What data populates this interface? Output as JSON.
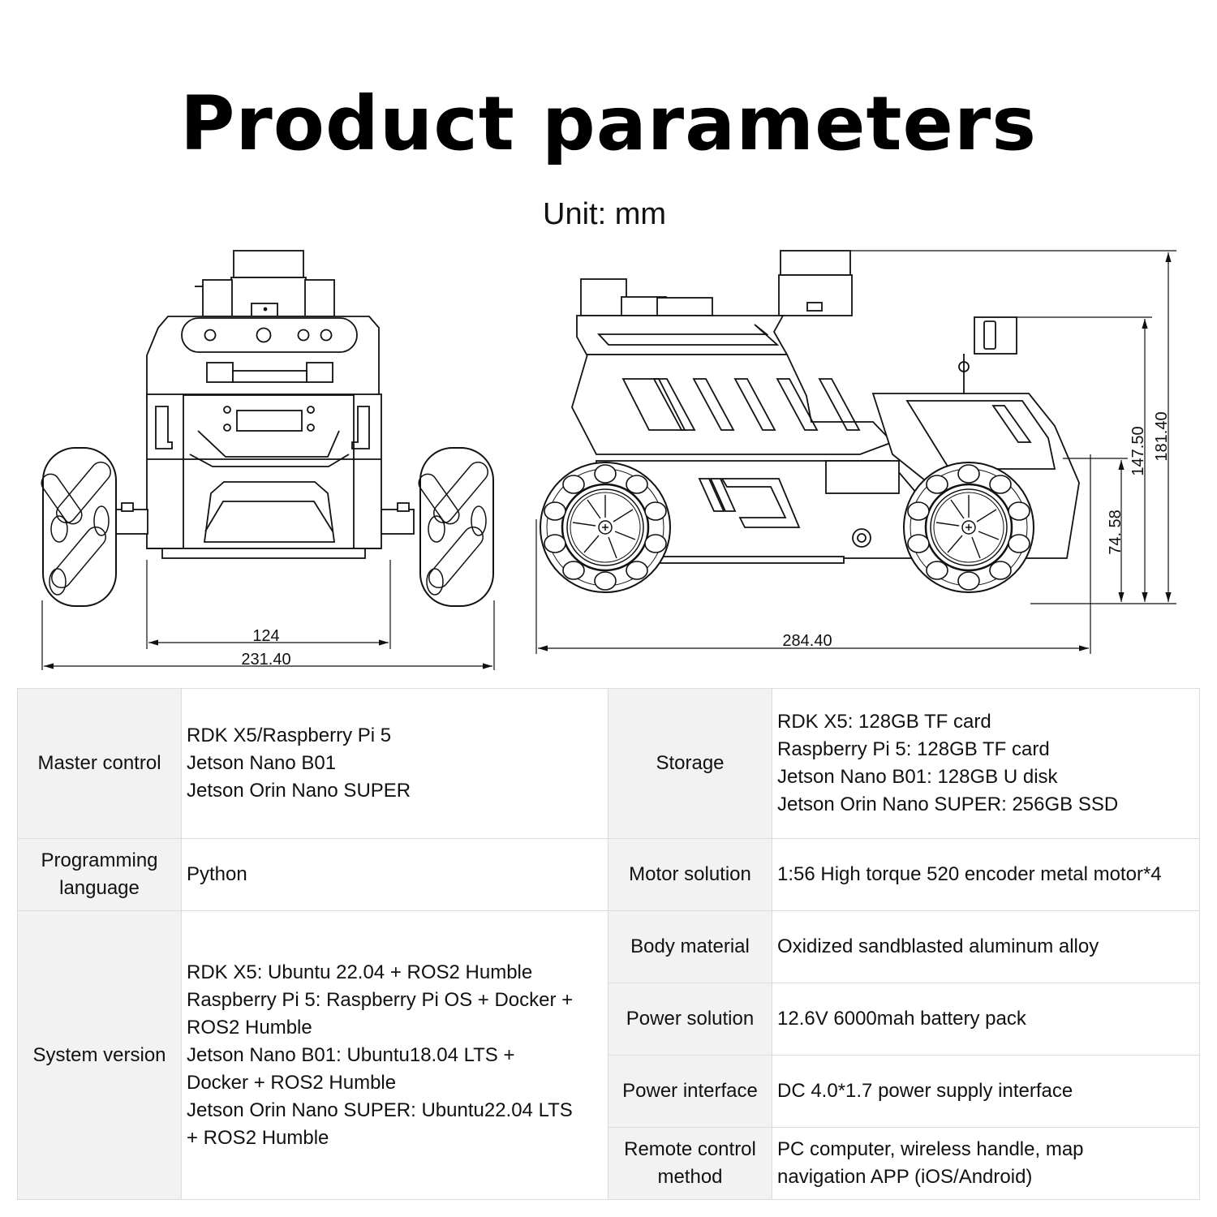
{
  "header": {
    "title": "Product parameters",
    "unit": "Unit:  mm"
  },
  "dimensions": {
    "front_view": {
      "track_width": "124",
      "overall_width": "231.40"
    },
    "side_view": {
      "length": "284.40",
      "chassis_height": "74. 58",
      "body_height": "147.50",
      "overall_height": "181.40"
    }
  },
  "specs": {
    "master_control": {
      "label": "Master control",
      "lines": [
        "RDK X5/Raspberry Pi 5",
        "Jetson Nano B01",
        "Jetson Orin Nano SUPER"
      ]
    },
    "storage": {
      "label": "Storage",
      "lines": [
        "RDK X5:  128GB TF card",
        "Raspberry Pi 5:  128GB TF card",
        "Jetson Nano B01:  128GB U disk",
        "Jetson Orin Nano SUPER:  256GB SSD"
      ]
    },
    "programming_language": {
      "label_lines": [
        "Programming",
        "language"
      ],
      "value": "Python"
    },
    "motor_solution": {
      "label": "Motor solution",
      "value": "1:56 High torque 520 encoder metal motor*4"
    },
    "system_version": {
      "label": "System version",
      "lines": [
        "RDK X5:  Ubuntu 22.04 + ROS2 Humble",
        "Raspberry Pi 5:  Raspberry Pi OS + Docker +",
        "ROS2 Humble",
        "Jetson Nano B01:  Ubuntu18.04 LTS +",
        "Docker + ROS2 Humble",
        "Jetson Orin Nano SUPER:  Ubuntu22.04 LTS",
        "+ ROS2 Humble"
      ]
    },
    "body_material": {
      "label": "Body material",
      "value": "Oxidized sandblasted aluminum alloy"
    },
    "power_solution": {
      "label": "Power solution",
      "value": "12.6V 6000mah battery pack"
    },
    "power_interface": {
      "label": "Power interface",
      "value": "DC 4.0*1.7 power supply interface"
    },
    "remote_control": {
      "label_lines": [
        "Remote control",
        "method"
      ],
      "value_lines": [
        "PC computer, wireless handle, map",
        "navigation APP (iOS/Android)"
      ]
    }
  },
  "colors": {
    "key_cell_bg": "#f2f2f2",
    "border": "#dcdcdc",
    "text": "#111111"
  }
}
